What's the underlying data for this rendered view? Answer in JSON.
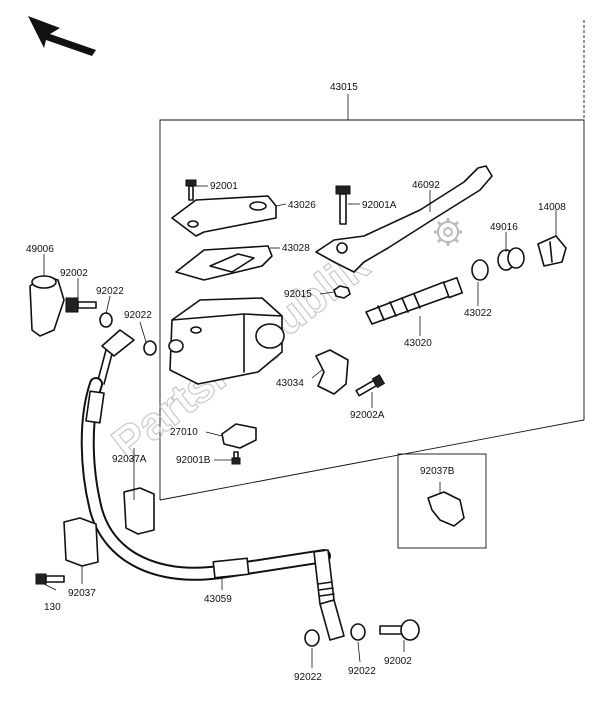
{
  "watermark": "PartsRepublik",
  "callouts": {
    "c43015": "43015",
    "c92001": "92001",
    "c43026": "43026",
    "c92001A": "92001A",
    "c46092": "46092",
    "c14008": "14008",
    "c43028": "43028",
    "c49016": "49016",
    "c49006": "49006",
    "c92002_top": "92002",
    "c92022_a": "92022",
    "c92022_b": "92022",
    "c92015": "92015",
    "c43022": "43022",
    "c43020": "43020",
    "c43034": "43034",
    "c92002A": "92002A",
    "c27010": "27010",
    "c92001B": "92001B",
    "c92037A": "92037A",
    "c92037B": "92037B",
    "c130": "130",
    "c92037": "92037",
    "c43059": "43059",
    "c92022_c": "92022",
    "c92022_d": "92022",
    "c92002_bottom": "92002"
  }
}
